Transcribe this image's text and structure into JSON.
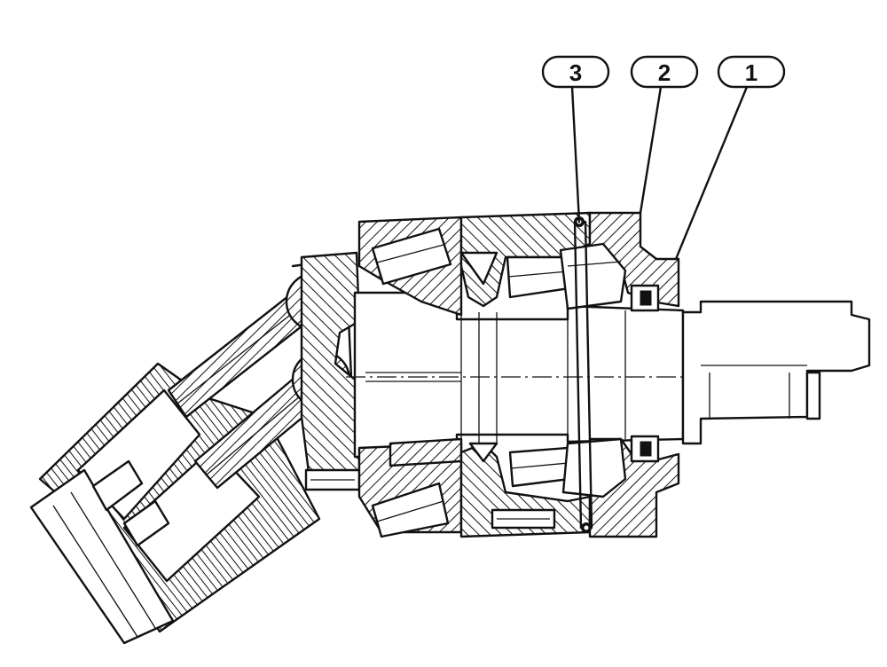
{
  "figure": {
    "callouts": [
      {
        "id": "callout-3",
        "label": "3"
      },
      {
        "id": "callout-2",
        "label": "2"
      },
      {
        "id": "callout-1",
        "label": "1"
      }
    ]
  },
  "colors": {
    "ink": "#111111",
    "background": "#ffffff"
  }
}
